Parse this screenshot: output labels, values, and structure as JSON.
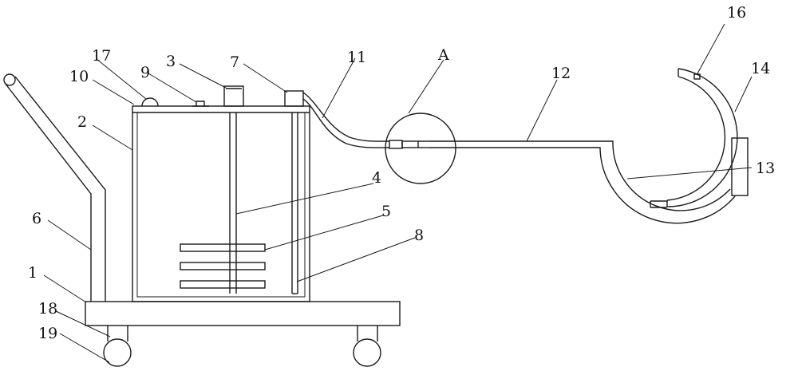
{
  "diagram": {
    "labels": {
      "n1": "1",
      "n2": "2",
      "n3": "3",
      "n4": "4",
      "n5": "5",
      "n6": "6",
      "n7": "7",
      "n8": "8",
      "n9": "9",
      "n10": "10",
      "n11": "11",
      "n12": "12",
      "n13": "13",
      "n14": "14",
      "n16": "16",
      "n17": "17",
      "n18": "18",
      "n19": "19",
      "detail_a": "A"
    },
    "colors": {
      "stroke": "#1a1a1a",
      "background": "#ffffff"
    }
  }
}
